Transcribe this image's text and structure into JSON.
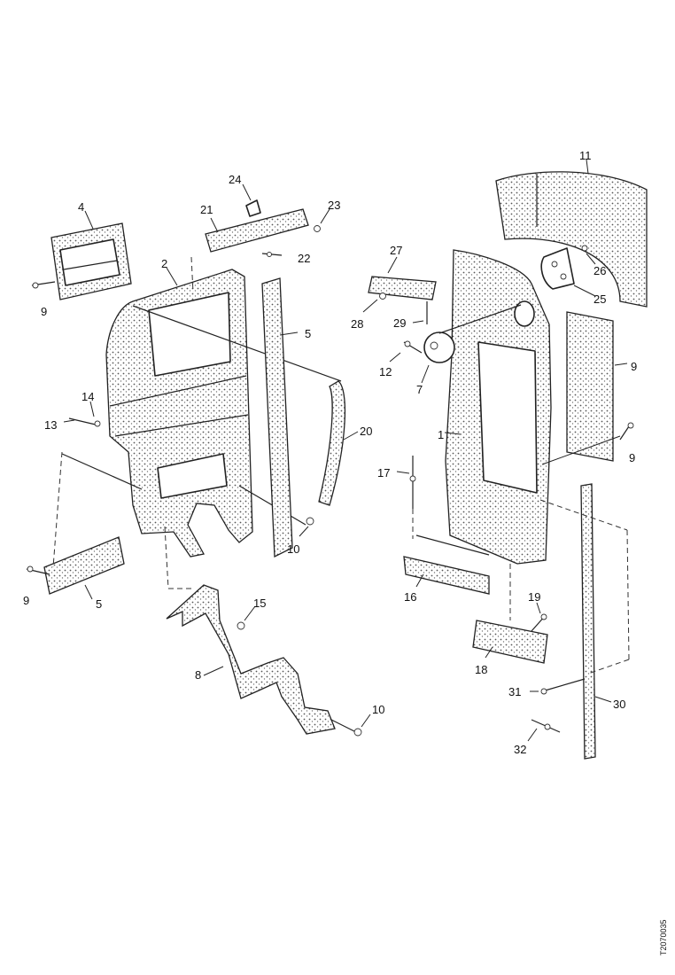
{
  "callouts": {
    "c1": "1",
    "c2": "2",
    "c4": "4",
    "c5a": "5",
    "c5b": "5",
    "c7": "7",
    "c8": "8",
    "c9a": "9",
    "c9b": "9",
    "c9c": "9",
    "c9d": "9",
    "c10a": "10",
    "c10b": "10",
    "c11": "11",
    "c12": "12",
    "c13": "13",
    "c14": "14",
    "c15": "15",
    "c16": "16",
    "c17": "17",
    "c18": "18",
    "c19": "19",
    "c20": "20",
    "c21": "21",
    "c22": "22",
    "c23": "23",
    "c24": "24",
    "c25": "25",
    "c26": "26",
    "c27": "27",
    "c28": "28",
    "c29": "29",
    "c30": "30",
    "c31": "31",
    "c32": "32"
  },
  "doc_id": "T2070035"
}
